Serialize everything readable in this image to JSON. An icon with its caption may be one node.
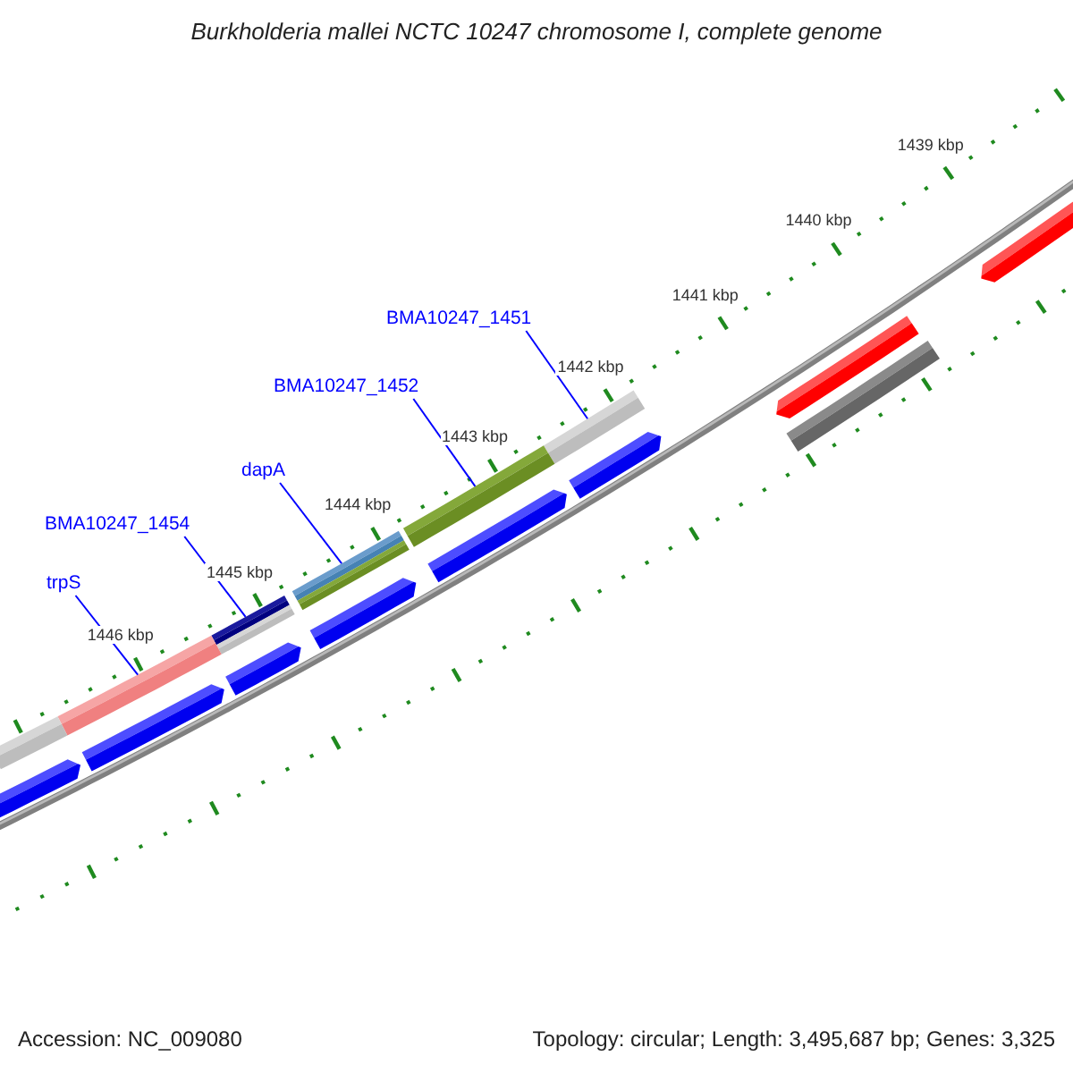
{
  "diagram": {
    "title": "Burkholderia mallei NCTC 10247 chromosome I, complete genome",
    "nodes": [
      {
        "text": [
          "BMA10247_1451"
        ]
      },
      {
        "text": [
          "BMA10247_1452"
        ]
      },
      {
        "text": [
          "dapA"
        ]
      },
      {
        "text": [
          "BMA10247_1454"
        ]
      },
      {
        "text": [
          "trpS"
        ]
      },
      {
        "text": [],
        "shape": "bar"
      },
      {
        "text": [],
        "shape": "bar"
      },
      {
        "text": [],
        "shape": "bar"
      },
      {
        "text": [],
        "shape": "bar"
      },
      {
        "text": [],
        "shape": "bar"
      },
      {
        "text": [],
        "shape": "bar"
      },
      {
        "text": [],
        "shape": "arrow"
      },
      {
        "text": [],
        "shape": "arrow"
      },
      {
        "text": [],
        "shape": "arrow"
      },
      {
        "text": [],
        "shape": "arrow"
      },
      {
        "text": [],
        "shape": "arrow"
      },
      {
        "text": [],
        "shape": "arrow"
      },
      {
        "text": [],
        "shape": "arrow"
      },
      {
        "text": [],
        "shape": "arrow"
      },
      {
        "text": [],
        "shape": "bar"
      }
    ],
    "edges": [
      {
        "from": 0,
        "to": 5,
        "arrow": "none"
      },
      {
        "from": 1,
        "to": 6,
        "arrow": "none"
      },
      {
        "from": 2,
        "to": 7,
        "arrow": "none"
      },
      {
        "from": 3,
        "to": 8,
        "arrow": "none"
      },
      {
        "from": 4,
        "to": 9,
        "arrow": "none"
      }
    ],
    "labels": [
      "1439 kbp",
      "1440 kbp",
      "1441 kbp",
      "1442 kbp",
      "1443 kbp",
      "1444 kbp",
      "1445 kbp",
      "1446 kbp",
      "Accession: NC_009080",
      "Topology: circular; Length: 3,495,687 bp; Genes: 3,325"
    ]
  }
}
